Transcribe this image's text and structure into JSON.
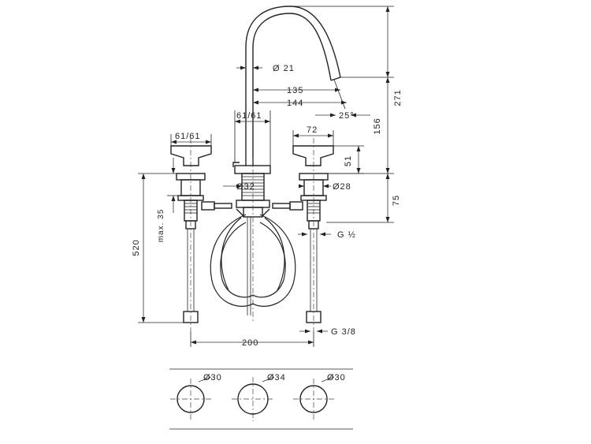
{
  "dimensions": {
    "spout_diameter": "Ø 21",
    "reach_135": "135",
    "reach_144": "144",
    "angle_25": "25°",
    "height_271": "271",
    "height_156": "156",
    "pitch_61": "61/61",
    "pitch_61b": "61/61",
    "handle_width": "72",
    "handle_height": "51",
    "deck_75": "75",
    "body_d32": "Ø32",
    "body_d28": "Ø28",
    "thread_g12": "G ½",
    "max_35": "max. 35",
    "length_520": "520",
    "thread_g38": "G 3/8",
    "spacing_200": "200",
    "hole_left": "Ø30",
    "hole_center": "Ø34",
    "hole_right": "Ø30"
  }
}
